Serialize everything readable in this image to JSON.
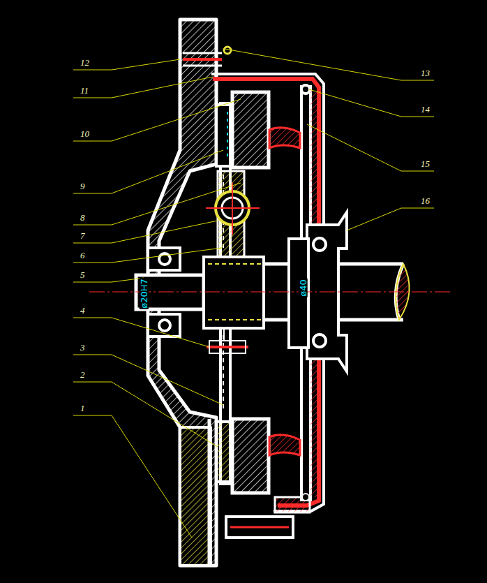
{
  "diagram": {
    "labels": [
      "12",
      "13",
      "11",
      "14",
      "10",
      "15",
      "9",
      "16",
      "8",
      "7",
      "6",
      "5",
      "ø20H7",
      "ø40",
      "4",
      "3",
      "2",
      "1"
    ]
  }
}
